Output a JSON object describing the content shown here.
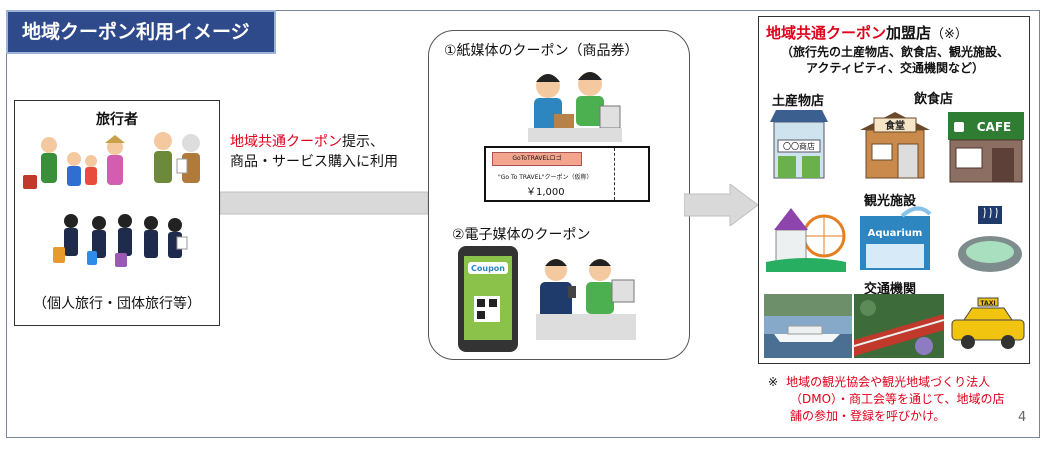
{
  "title": "地域クーポン利用イメージ",
  "traveler": {
    "heading": "旅行者",
    "footer": "（個人旅行・団体旅行等）"
  },
  "usage": {
    "red": "地域共通クーポン",
    "line1_rest": "提示、",
    "line2": "商品・サービス購入に利用"
  },
  "center": {
    "paper_heading": "①紙媒体のクーポン（商品券）",
    "digital_heading": "②電子媒体のクーポン",
    "ticket": {
      "logo": "GoToTRAVELロゴ",
      "name": "\"Go To TRAVEL\"クーポン（仮称）",
      "price": "￥1,000"
    },
    "phone_label": "Coupon"
  },
  "stores": {
    "title_red": "地域共通クーポン",
    "title_rest": "加盟店",
    "title_note": "（※）",
    "sub_line1": "（旅行先の土産物店、飲食店、観光施設、",
    "sub_line2": "アクティビティ、交通機関など）",
    "label_souvenir": "土産物店",
    "label_restaurant": "飲食店",
    "label_tourism": "観光施設",
    "label_transport": "交通機関",
    "shop_sign": "〇〇商店",
    "diner_sign": "食堂",
    "cafe_sign": "CAFE",
    "aquarium_sign": "Aquarium",
    "taxi_sign": "TAXI"
  },
  "footnote": {
    "mark": "※",
    "line1": "地域の観光協会や観光地域づくり法人",
    "line2": "（DMO）・商工会等を通じて、地域の店",
    "line3": "舗の参加・登録を呼びかけ。"
  },
  "page_number": "4",
  "colors": {
    "accent_red": "#e0001b",
    "title_bg": "#2e4a8a",
    "arrow_gray": "#d9d9d9"
  }
}
